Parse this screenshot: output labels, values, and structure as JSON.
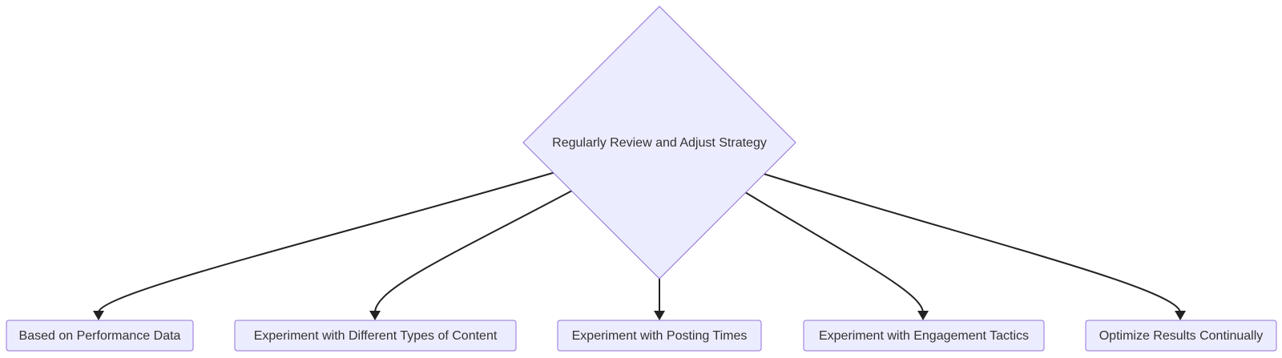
{
  "diagram": {
    "decision": {
      "label": "Regularly Review and Adjust Strategy"
    },
    "nodes": [
      {
        "id": "performance",
        "label": "Based on Performance Data"
      },
      {
        "id": "content",
        "label": "Experiment with Different Types of Content"
      },
      {
        "id": "posting",
        "label": "Experiment with Posting Times"
      },
      {
        "id": "engagement",
        "label": "Experiment with Engagement Tactics"
      },
      {
        "id": "optimize",
        "label": "Optimize Results Continually"
      }
    ],
    "colors": {
      "node_fill": "#ececff",
      "node_stroke": "#9370db",
      "edge": "#222222",
      "text": "#333333"
    }
  }
}
